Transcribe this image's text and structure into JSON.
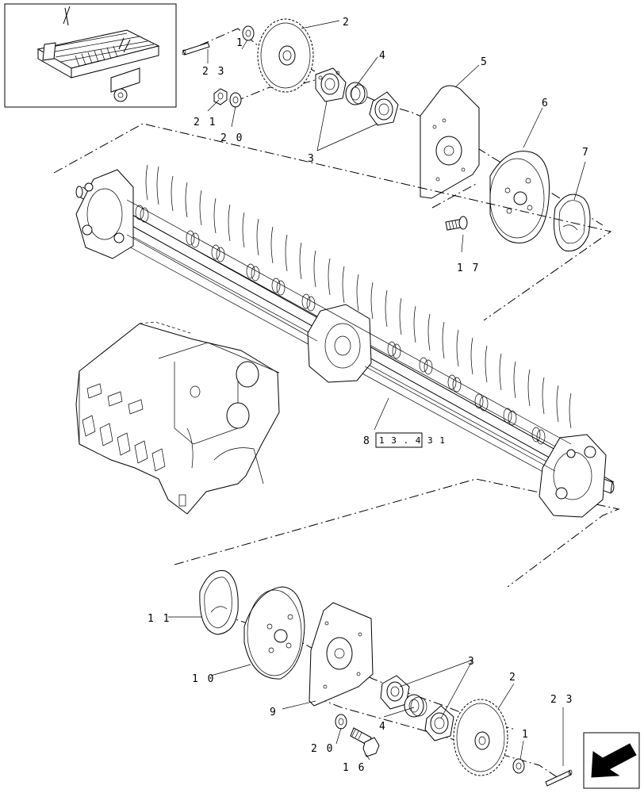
{
  "labels": {
    "p23_top": "2 3",
    "p1_top": "1",
    "p2_top": "2",
    "p4_top": "4",
    "p5": "5",
    "p6": "6",
    "p7": "7",
    "p21": "2 1",
    "p20_top": "2 0",
    "p3_top": "3",
    "p17": "1 7",
    "p8": "8",
    "ref_box": "1 3 . 4 3 1",
    "p11": "1 1",
    "p10": "1 0",
    "p9": "9",
    "p3_bottom": "3",
    "p2_bottom": "2",
    "p23_bottom": "2 3",
    "p1_bottom": "1",
    "p20_bottom": "2 0",
    "p4_bottom": "4",
    "p16": "1 6"
  },
  "icons": {
    "thumbnail": "baler-pickup-thumbnail",
    "nav": "next-page-arrow-icon"
  }
}
